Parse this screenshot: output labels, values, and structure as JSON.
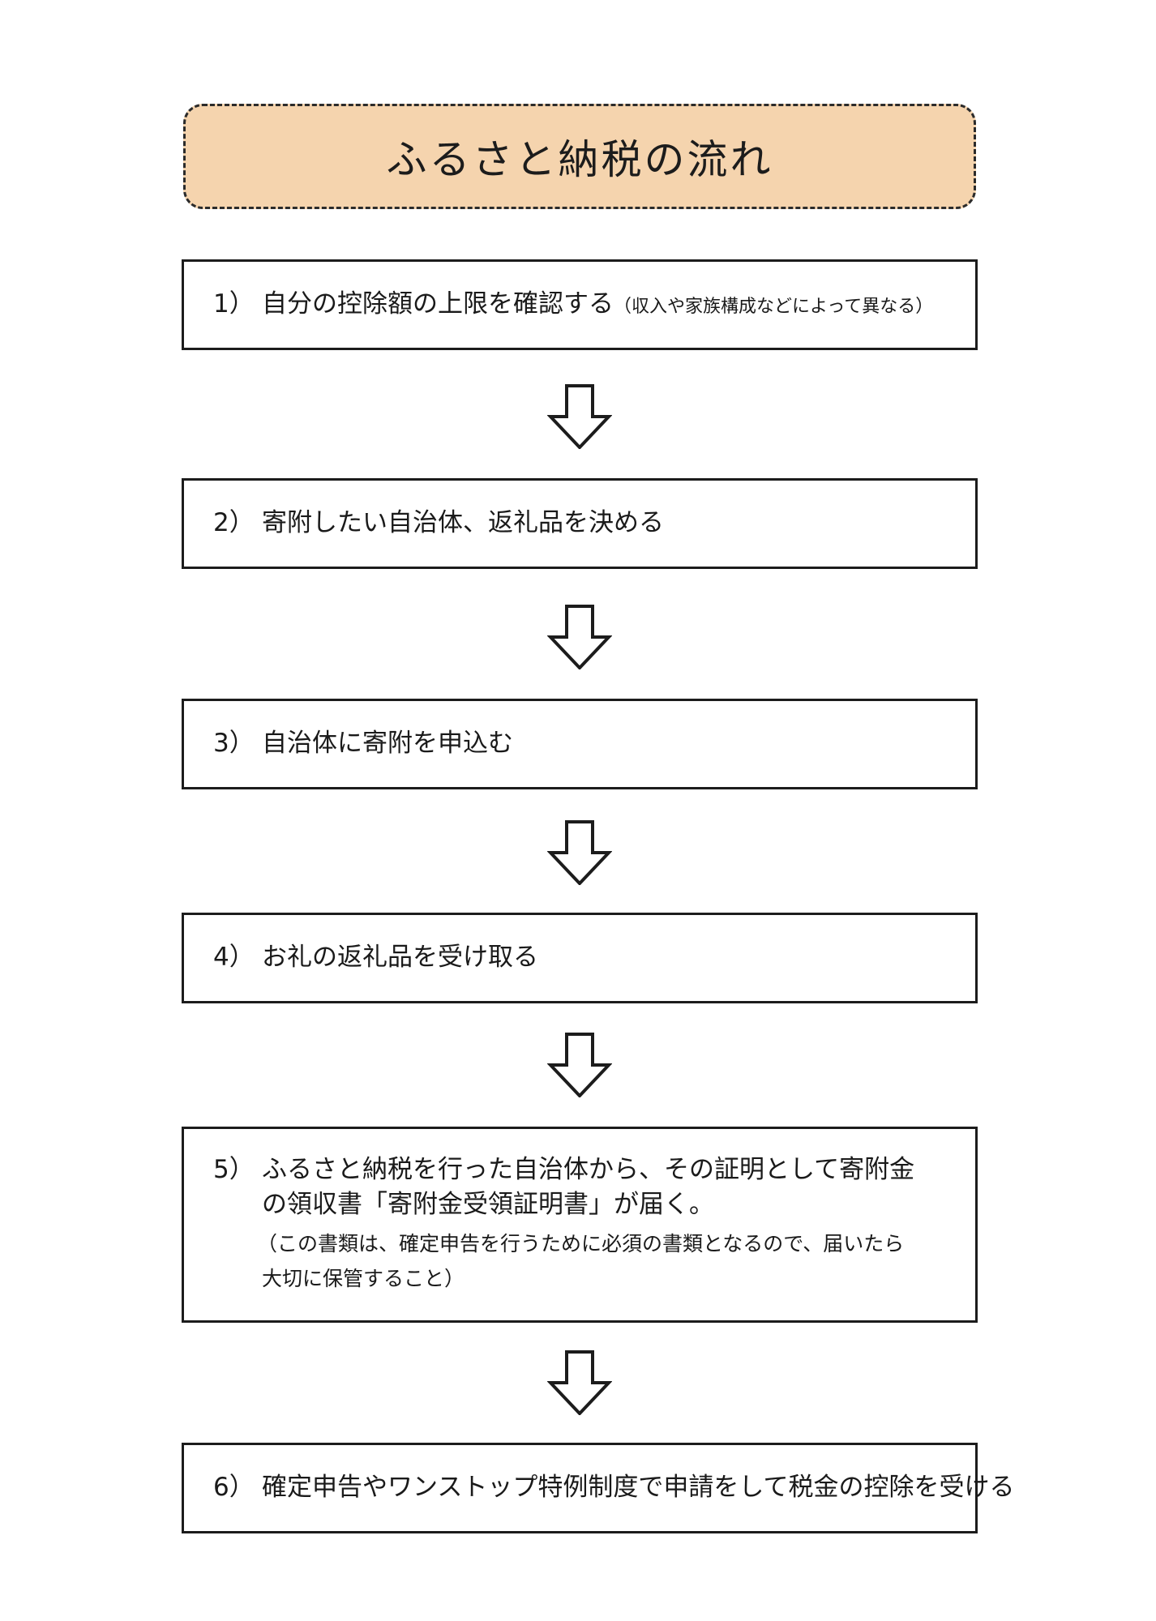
{
  "title": "ふるさと納税の流れ",
  "steps": [
    {
      "number": "1）",
      "text": "自分の控除額の上限を確認する",
      "note": "（収入や家族構成などによって異なる）"
    },
    {
      "number": "2）",
      "text": "寄附したい自治体、返礼品を決める"
    },
    {
      "number": "3）",
      "text": "自治体に寄附を申込む"
    },
    {
      "number": "4）",
      "text": "お礼の返礼品を受け取る"
    },
    {
      "number": "5）",
      "text_line1": "ふるさと納税を行った自治体から、その証明として寄附金",
      "text_line2": "の領収書「寄附金受領証明書」が届く。",
      "note_line1": "（この書類は、確定申告を行うために必須の書類となるので、届いたら",
      "note_line2": "大切に保管すること）"
    },
    {
      "number": "6）",
      "text": "確定申告やワンストップ特例制度で申請をして税金の控除を受ける"
    }
  ],
  "colors": {
    "title_background": "#f5d4ae",
    "border": "#1c1c1c"
  },
  "icons": {
    "flow_arrow": "down-arrow-icon"
  }
}
